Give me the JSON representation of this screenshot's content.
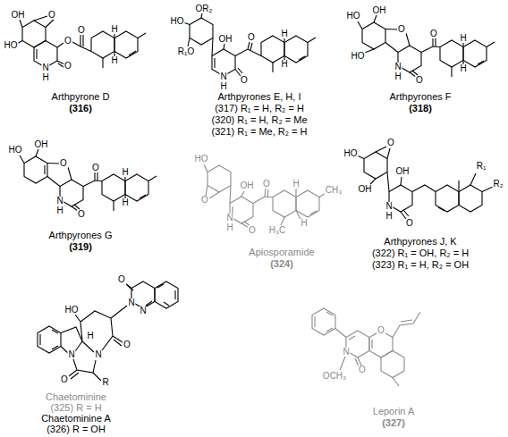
{
  "diagram": {
    "labels": [
      "OH",
      "O",
      "HO",
      "N",
      "H",
      "O",
      "O",
      "O",
      "H",
      "H",
      "Arthpyrone D",
      "(316)",
      "OR₂",
      "HO",
      "R₁O",
      "OH",
      "O",
      "N",
      "H",
      "O",
      "H",
      "H",
      "Arthpyrones E, H, I",
      "(317) R₁ = H, R₂ = H",
      "(320) R₁ = H, R₂ = Me",
      "(321) R₁ = Me, R₂ = H",
      "HO",
      "OH",
      "O",
      "HO",
      "N",
      "H",
      "O",
      "O",
      "H",
      "H",
      "Arthpyrones F",
      "(318)",
      "HO",
      "OH",
      "O",
      "N",
      "H",
      "O",
      "O",
      "H",
      "H",
      "Arthpyrones G",
      "(319)",
      "HO",
      "O",
      "OH",
      "O",
      "N",
      "H",
      "O",
      "H",
      "H",
      "CH₃",
      "H₃C",
      "Apiosporamide",
      "(324)",
      "HO",
      "O",
      "OH",
      "OH",
      "N",
      "H",
      "O",
      "R₁",
      "R₂",
      "Arthpyrones J, K",
      "(322) R₁ = OH, R₂ = H",
      "(323) R₁ = H, R₂ = OH",
      "HO",
      "H",
      "N",
      "N",
      "O",
      "R",
      "O",
      "N",
      "O",
      "N",
      "Chaetominine",
      "(325) R = H",
      "Chaetominine A",
      "(326) R = OH",
      "O",
      "N",
      "O",
      "OCH₃",
      "Leporin A",
      "(327)"
    ]
  }
}
